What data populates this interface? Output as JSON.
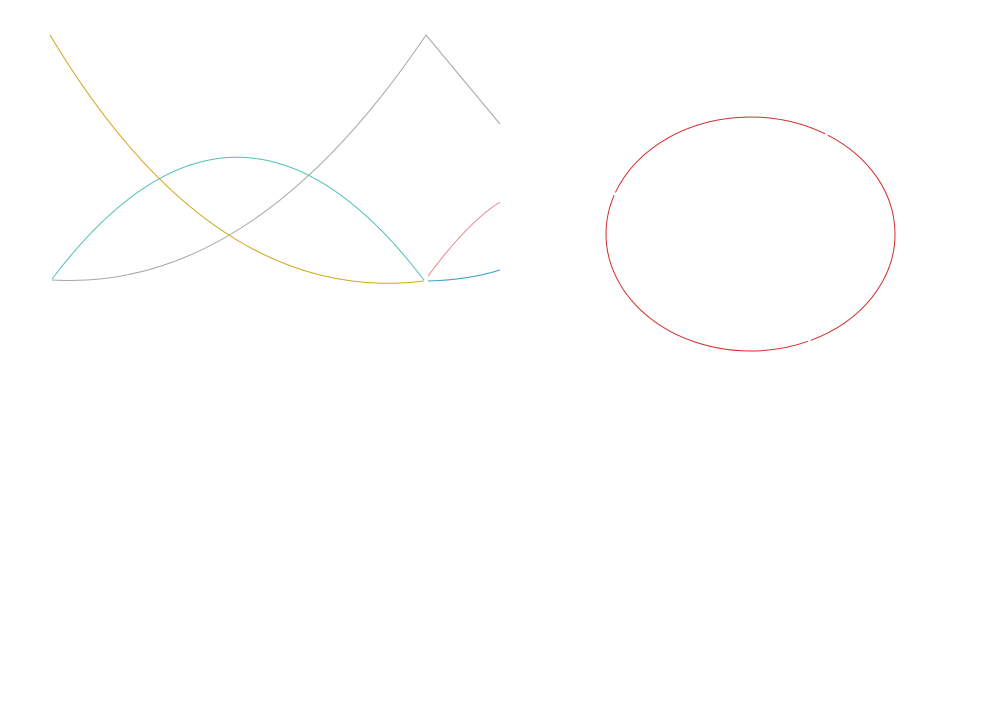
{
  "curves": [
    {
      "name": "gray-curve",
      "color": "#a6a6a6"
    },
    {
      "name": "teal-curve",
      "color": "#4fc1b5"
    },
    {
      "name": "gold-curve",
      "color": "#d4a417"
    },
    {
      "name": "pink-curve",
      "color": "#e8848e"
    },
    {
      "name": "blue-curve",
      "color": "#3aa0c8"
    }
  ],
  "ellipse": {
    "name": "red-ellipse",
    "color": "#d42b2b"
  }
}
